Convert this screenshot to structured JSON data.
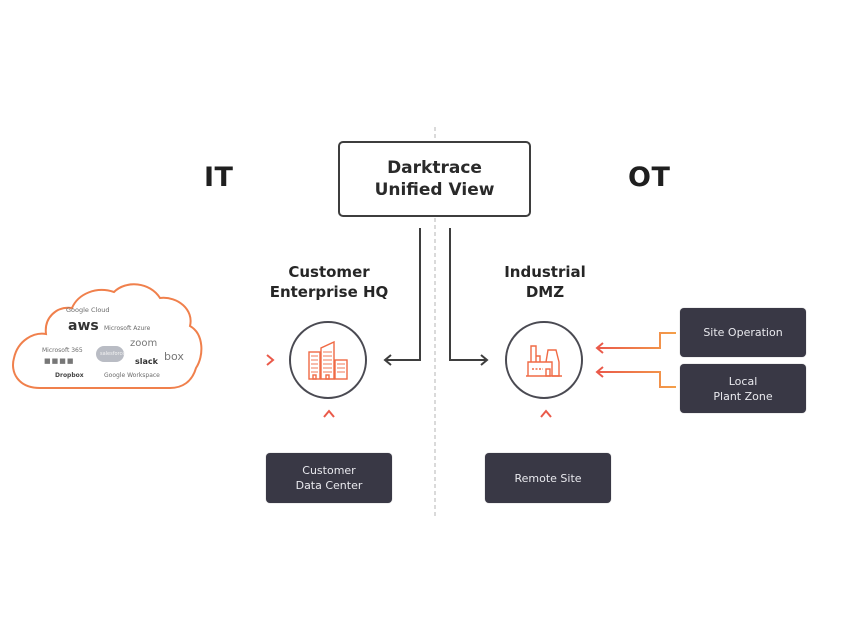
{
  "diagram": {
    "zones": {
      "it_label": "IT",
      "ot_label": "OT"
    },
    "unified_view": {
      "label": "Darktrace\nUnified View"
    },
    "it_side": {
      "hq": {
        "title": "Customer\nEnterprise HQ",
        "icon": "office-buildings-icon"
      },
      "data_center": {
        "label": "Customer\nData Center"
      },
      "cloud": {
        "icon": "cloud-icon",
        "services": [
          "Google Cloud",
          "aws",
          "Microsoft Azure",
          "Microsoft 365",
          "zoom",
          "salesforce",
          "slack",
          "box",
          "Dropbox",
          "Google Workspace"
        ]
      }
    },
    "ot_side": {
      "dmz": {
        "title": "Industrial\nDMZ",
        "icon": "factory-icon"
      },
      "remote_site": {
        "label": "Remote Site"
      },
      "site_operation": {
        "label": "Site Operation"
      },
      "local_plant_zone": {
        "label": "Local\nPlant Zone"
      }
    },
    "colors": {
      "accent_orange": "#f08a4b",
      "accent_red": "#ea5a4a",
      "dark_box": "#393845",
      "line_dark": "#3e3e3e",
      "divider": "#b5b5b5"
    }
  }
}
